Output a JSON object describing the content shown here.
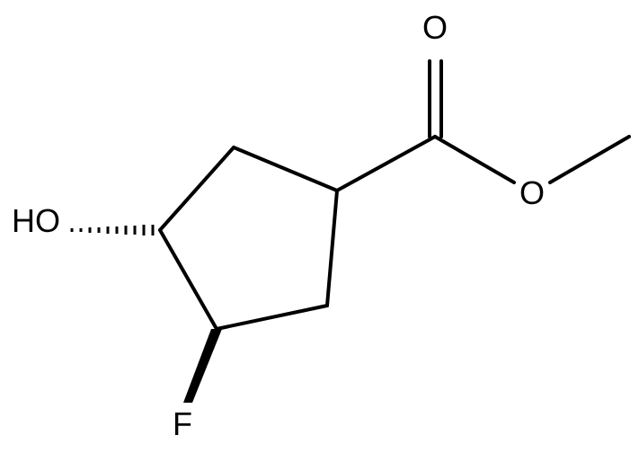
{
  "molecule": {
    "atoms": {
      "carbonyl_oxygen": "O",
      "ester_oxygen": "O",
      "hydroxyl": "HO",
      "fluorine": "F"
    },
    "colors": {
      "bond": "#000000",
      "label": "#000000",
      "background": "#ffffff"
    },
    "stereo_bonds": {
      "hydroxyl": "hashed-wedge",
      "fluorine": "solid-wedge"
    }
  }
}
